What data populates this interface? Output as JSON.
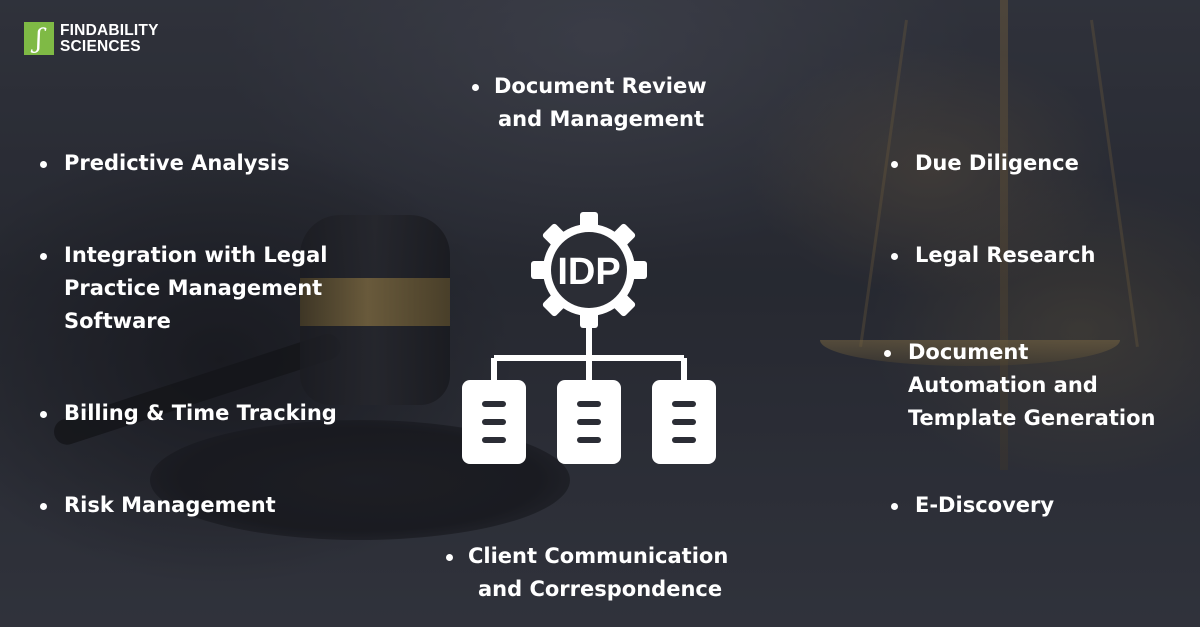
{
  "brand": {
    "logo_glyph": "ʃ",
    "line1": "FINDABILITY",
    "line2": "SCIENCES",
    "accent_color": "#7fba45"
  },
  "center_label": "IDP",
  "left_items": [
    {
      "lines": [
        "Predictive Analysis"
      ]
    },
    {
      "lines": [
        "Integration with Legal",
        "Practice Management",
        "Software"
      ]
    },
    {
      "lines": [
        "Billing & Time Tracking"
      ]
    },
    {
      "lines": [
        "Risk Management"
      ]
    }
  ],
  "right_items": [
    {
      "lines": [
        "Due Diligence"
      ]
    },
    {
      "lines": [
        "Legal Research"
      ]
    },
    {
      "lines": [
        "Document",
        "Automation and",
        "Template Generation"
      ]
    },
    {
      "lines": [
        "E-Discovery"
      ]
    }
  ],
  "top_item": {
    "lines": [
      "Document Review",
      "and Management"
    ]
  },
  "bottom_item": {
    "lines": [
      "Client Communication",
      "and Correspondence"
    ]
  },
  "icons": {
    "gear": "gear-icon",
    "documents": "document-stack-icon"
  }
}
